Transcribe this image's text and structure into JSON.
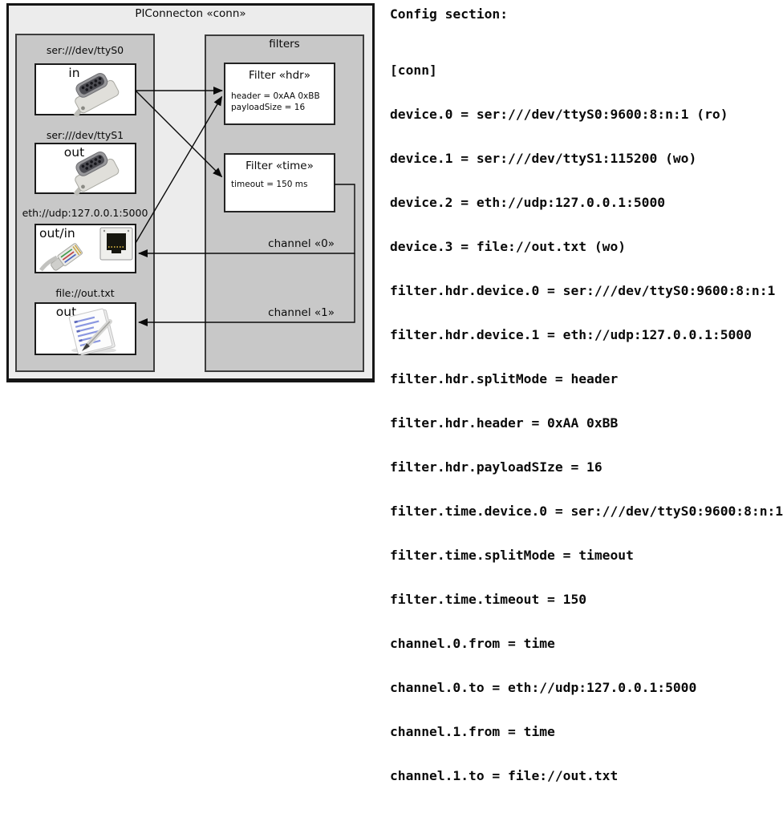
{
  "palette": {
    "outer_bg": "#ececec",
    "panel_bg": "#c8c8c8",
    "card_bg": "#ffffff",
    "line_color": "#0a0a0a"
  },
  "diagram": {
    "title": "PIConnecton «conn»",
    "devices": [
      {
        "url": "ser:///dev/ttyS0",
        "role": "in",
        "icon": "serial-connector-icon"
      },
      {
        "url": "ser:///dev/ttyS1",
        "role": "out",
        "icon": "serial-connector-icon"
      },
      {
        "url": "eth://udp:127.0.0.1:5000",
        "role": "out/in",
        "icon": "ethernet-jack-icon"
      },
      {
        "url": "file://out.txt",
        "role": "out",
        "icon": "notepad-icon"
      }
    ],
    "filters": {
      "title": "filters",
      "items": [
        {
          "title": "Filter «hdr»",
          "attrs": [
            "header = 0xAA 0xBB",
            "payloadSize = 16"
          ]
        },
        {
          "title": "Filter «time»",
          "attrs": [
            "timeout = 150 ms"
          ]
        }
      ]
    },
    "channels": [
      {
        "label": "channel «0»"
      },
      {
        "label": "channel «1»"
      }
    ]
  },
  "config": {
    "heading": "Config section:",
    "lines": [
      "[conn]",
      "device.0 = ser:///dev/ttyS0:9600:8:n:1 (ro)",
      "device.1 = ser:///dev/ttyS1:115200 (wo)",
      "device.2 = eth://udp:127.0.0.1:5000",
      "device.3 = file://out.txt (wo)",
      "filter.hdr.device.0 = ser:///dev/ttyS0:9600:8:n:1",
      "filter.hdr.device.1 = eth://udp:127.0.0.1:5000",
      "filter.hdr.splitMode = header",
      "filter.hdr.header = 0xAA 0xBB",
      "filter.hdr.payloadSIze = 16",
      "filter.time.device.0 = ser:///dev/ttyS0:9600:8:n:1",
      "filter.time.splitMode = timeout",
      "filter.time.timeout = 150",
      "channel.0.from = time",
      "channel.0.to = eth://udp:127.0.0.1:5000",
      "channel.1.from = time",
      "channel.1.to = file://out.txt"
    ]
  }
}
